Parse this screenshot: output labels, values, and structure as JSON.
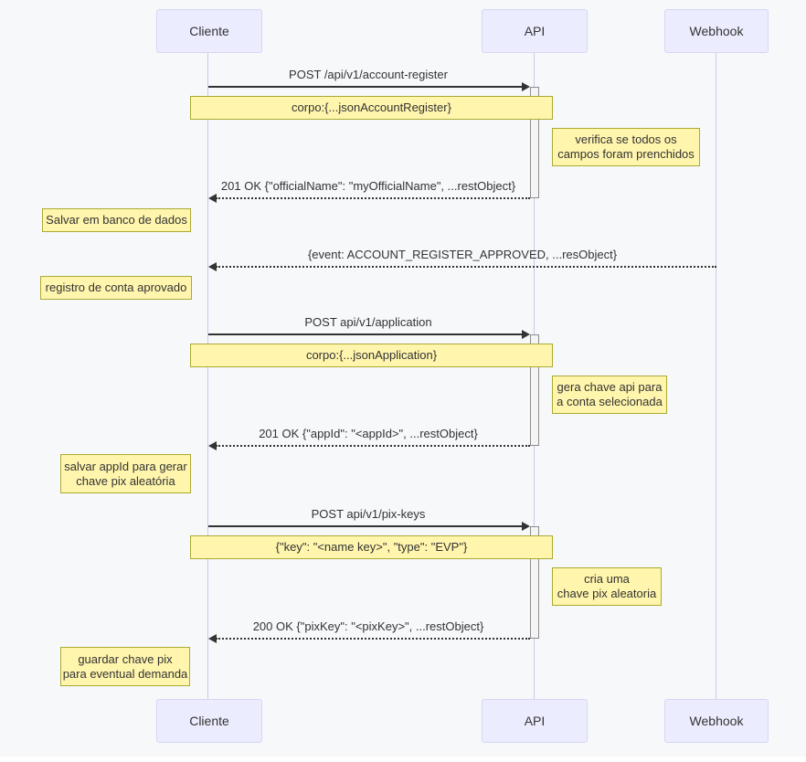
{
  "diagram": {
    "type": "sequence-diagram",
    "actors": [
      {
        "id": "cliente",
        "label": "Cliente"
      },
      {
        "id": "api",
        "label": "API"
      },
      {
        "id": "webhook",
        "label": "Webhook"
      }
    ],
    "messages": [
      {
        "from": "Cliente",
        "to": "API",
        "style": "solid",
        "text": "POST /api/v1/account-register"
      },
      {
        "from": "API",
        "to": "Cliente",
        "style": "dashed",
        "text": "201 OK {\"officialName\": \"myOfficialName\", ...restObject}"
      },
      {
        "from": "Webhook",
        "to": "Cliente",
        "style": "dashed",
        "text": "{event: ACCOUNT_REGISTER_APPROVED, ...resObject}"
      },
      {
        "from": "Cliente",
        "to": "API",
        "style": "solid",
        "text": "POST api/v1/application"
      },
      {
        "from": "API",
        "to": "Cliente",
        "style": "dashed",
        "text": "201 OK {\"appId\": \"<appId>\", ...restObject}"
      },
      {
        "from": "Cliente",
        "to": "API",
        "style": "solid",
        "text": "POST api/v1/pix-keys"
      },
      {
        "from": "API",
        "to": "Cliente",
        "style": "dashed",
        "text": "200 OK {\"pixKey\": \"<pixKey>\", ...restObject}"
      }
    ],
    "notes": [
      {
        "position": "over Cliente,API",
        "text": "corpo:{...jsonAccountRegister}"
      },
      {
        "position": "right of API",
        "text": "verifica se todos os\ncampos foram prenchidos"
      },
      {
        "position": "left of Cliente",
        "text": "Salvar em banco de dados"
      },
      {
        "position": "left of Cliente",
        "text": "registro de conta aprovado"
      },
      {
        "position": "over Cliente,API",
        "text": "corpo:{...jsonApplication}"
      },
      {
        "position": "right of API",
        "text": "gera chave api para\na conta selecionada"
      },
      {
        "position": "left of Cliente",
        "text": "salvar appId para gerar\nchave pix aleatória"
      },
      {
        "position": "over Cliente,API",
        "text": "{\"key\": \"<name key>\", \"type\": \"EVP\"}"
      },
      {
        "position": "right of API",
        "text": "cria uma\nchave pix aleatoria"
      },
      {
        "position": "left of Cliente",
        "text": "guardar chave pix\npara eventual demanda"
      }
    ],
    "colors": {
      "actor_fill": "#ECECFF",
      "actor_border": "#d6d6f5",
      "note_fill": "#fff5ad",
      "note_border": "#aaaa33",
      "message_line": "#333333",
      "lifeline": "#c9c9ec",
      "activation_fill": "#f4f4f4",
      "activation_border": "#8c8c8c",
      "background": "#f7f8fa"
    }
  }
}
